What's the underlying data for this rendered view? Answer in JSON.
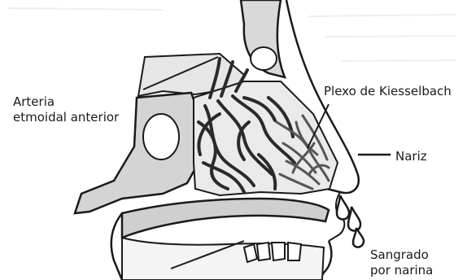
{
  "labels": {
    "arteria_line1": "Arteria",
    "arteria_line2": "etmoidal anterior",
    "plexo": "Plexo de Kiesselbach",
    "nariz": "Nariz",
    "sangrado_line1": "Sangrado",
    "sangrado_line2": "por narina"
  },
  "colors": {
    "ink": "#1a1a1a",
    "bone_fill": "#d9d9d9",
    "vessel": "#2a2a2a",
    "plexus": "#555555"
  }
}
